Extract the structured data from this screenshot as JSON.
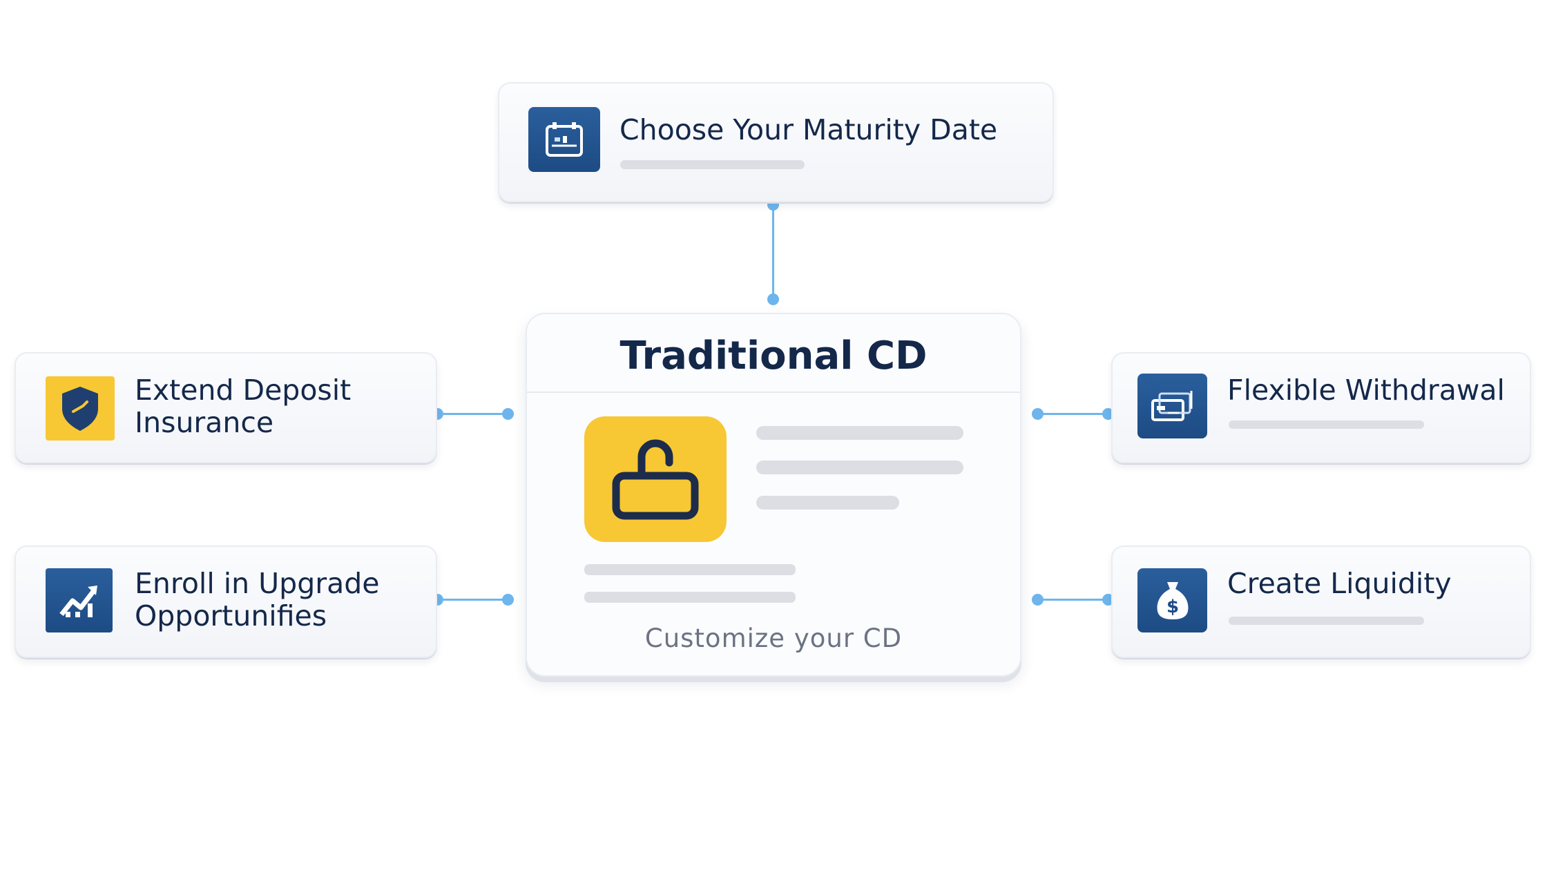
{
  "top_node": {
    "label": "Choose Your Maturity Date",
    "icon": "calendar-icon"
  },
  "center": {
    "title": "Traditional CD",
    "subtitle": "Customize your CD",
    "icon": "unlocked-padlock-icon"
  },
  "left_nodes": [
    {
      "label_line1": "Extend Deposit",
      "label_line2": "Insurance",
      "icon": "shield-icon"
    },
    {
      "label_line1": "Enroll in Upgrade",
      "label_line2": "Opportunifies",
      "icon": "chart-up-icon"
    }
  ],
  "right_nodes": [
    {
      "label": "Flexible Withdrawal",
      "icon": "cash-cards-icon"
    },
    {
      "label": "Create Liquidity",
      "icon": "money-bag-icon"
    }
  ],
  "colors": {
    "navy": "#14284a",
    "blue": "#1d4b84",
    "yellow": "#f8c734",
    "connector": "#6db5ec"
  }
}
